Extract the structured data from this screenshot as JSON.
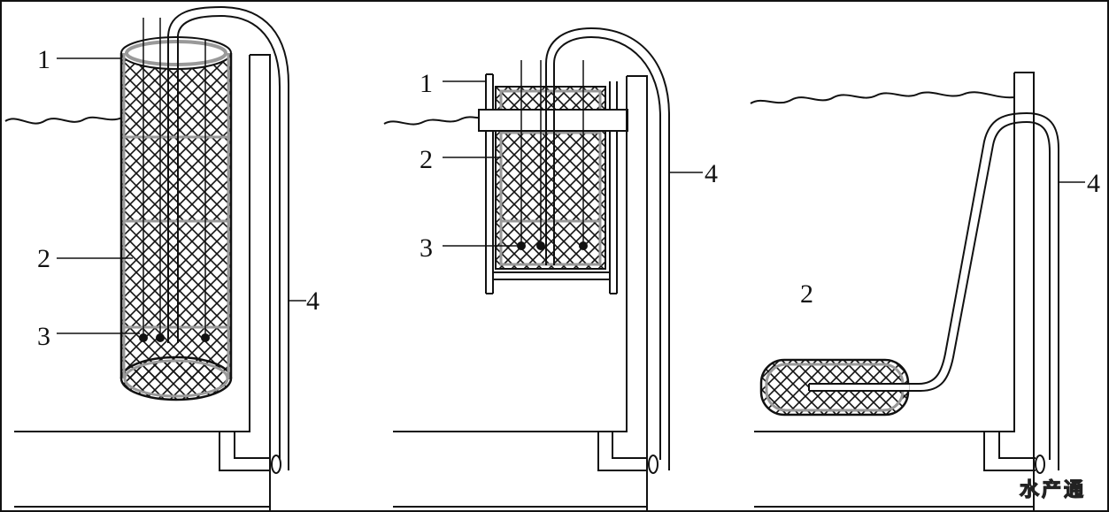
{
  "labels": {
    "a1": "1",
    "a2": "2",
    "a3": "3",
    "a4": "4",
    "b1": "1",
    "b2": "2",
    "b3": "3",
    "b4": "4",
    "c2": "2",
    "c4": "4"
  },
  "watermark": "水产通"
}
